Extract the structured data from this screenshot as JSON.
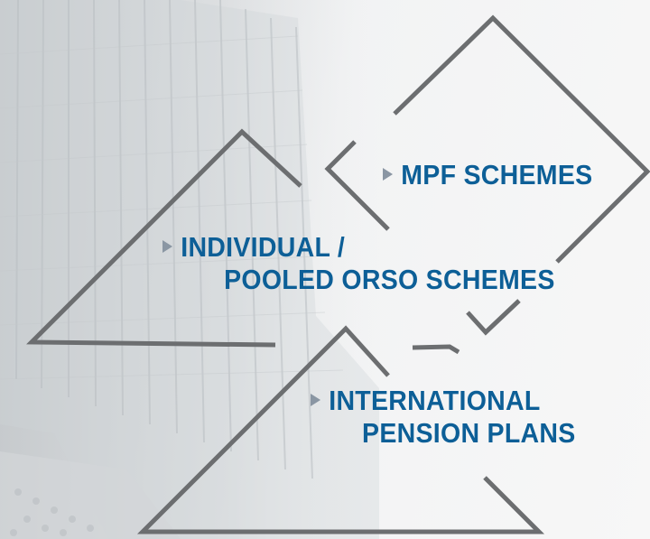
{
  "links": [
    {
      "id": "mpf",
      "lines": [
        "MPF SCHEMES"
      ]
    },
    {
      "id": "orso",
      "lines": [
        "INDIVIDUAL /",
        "POOLED ORSO SCHEMES"
      ]
    },
    {
      "id": "intl",
      "lines": [
        "INTERNATIONAL",
        "PENSION PLANS"
      ]
    }
  ],
  "icons": {
    "bullet": "triangle-right-icon"
  },
  "colors": {
    "text": "#0d5f97",
    "outline": "#6c6e70",
    "bullet": "#8a96a3"
  }
}
